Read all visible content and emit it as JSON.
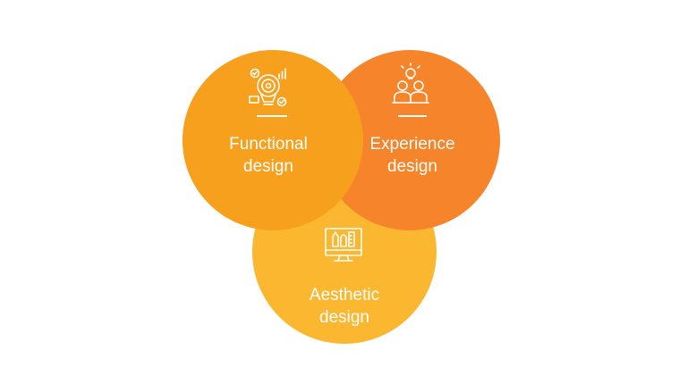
{
  "diagram": {
    "circles": [
      {
        "id": "functional",
        "label_line1": "Functional",
        "label_line2": "design",
        "color": "#F6A01E",
        "icon": "idea-target-chart-icon"
      },
      {
        "id": "experience",
        "label_line1": "Experience",
        "label_line2": "design",
        "color": "#F5842A",
        "icon": "team-lightbulb-icon"
      },
      {
        "id": "aesthetic",
        "label_line1": "Aesthetic",
        "label_line2": "design",
        "color": "#FBB730",
        "icon": "monitor-design-tools-icon"
      }
    ]
  }
}
